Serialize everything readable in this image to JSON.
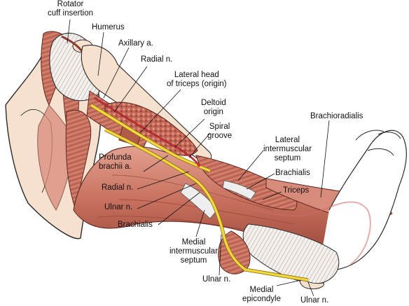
{
  "colors": {
    "muscle": "#c9715f",
    "muscle_dark": "#8e3b30",
    "muscle_light": "#e4a393",
    "bone": "#f6e1cf",
    "nerve": "#f3d83d",
    "artery": "#d8303a",
    "tendon": "#f4f2f0",
    "leader": "#111111"
  },
  "labels": {
    "rotator_cuff_insertion": [
      "Rotator",
      "cuff insertion"
    ],
    "humerus": "Humerus",
    "axillary_a": "Axillary a.",
    "radial_n_top": "Radial n.",
    "lateral_head_triceps": [
      "Lateral head",
      "of triceps (origin)"
    ],
    "deltoid_origin": [
      "Deltoid",
      "origin"
    ],
    "spiral_groove": [
      "Spiral",
      "groove"
    ],
    "brachioradialis": "Brachioradialis",
    "lateral_intermuscular_septum": [
      "Lateral",
      "intermuscular",
      "septum"
    ],
    "brachialis_right": "Brachialis",
    "triceps": "Triceps",
    "profunda_brachii_a": [
      "Profunda",
      "brachii a."
    ],
    "radial_n_left": "Radial n.",
    "ulnar_n_left": "Ulnar n.",
    "brachialis_left": "Brachialis",
    "medial_intermuscular_septum": [
      "Medial",
      "intermuscular",
      "septum"
    ],
    "ulnar_n_mid": "Ulnar n.",
    "medial_epicondyle": [
      "Medial",
      "epicondyle"
    ],
    "ulnar_n_bottom": "Ulnar n."
  }
}
